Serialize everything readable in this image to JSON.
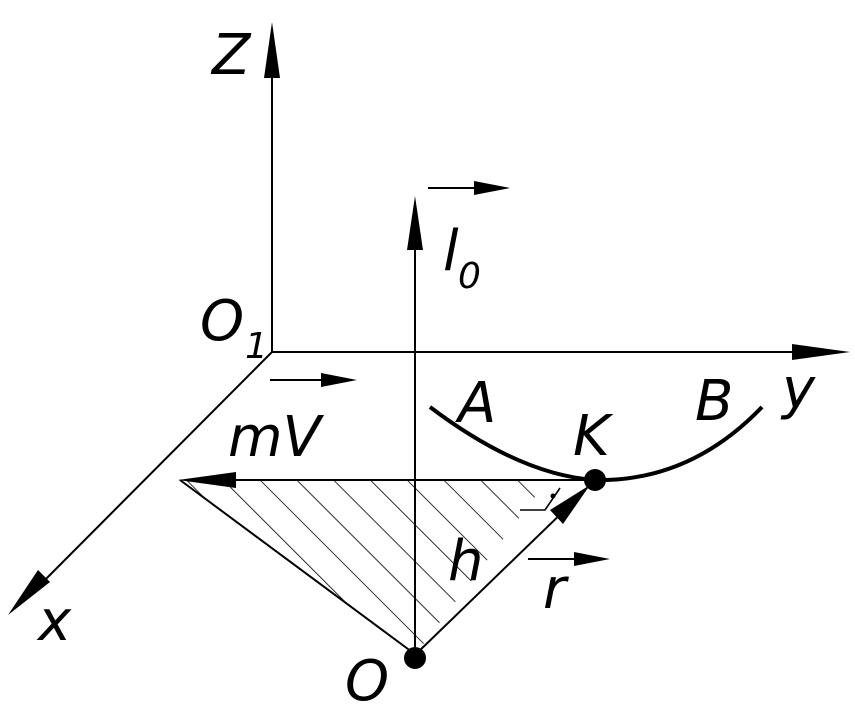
{
  "labels": {
    "z": "Z",
    "y": "y",
    "x": "x",
    "o1_main": "O",
    "o1_sub": "1",
    "l_main": "l",
    "l_sub": "0",
    "mv": "mV",
    "a": "A",
    "b": "B",
    "k": "K",
    "h": "h",
    "r": "r",
    "o": "O"
  },
  "colors": {
    "ink": "#000000",
    "background": "#ffffff"
  }
}
